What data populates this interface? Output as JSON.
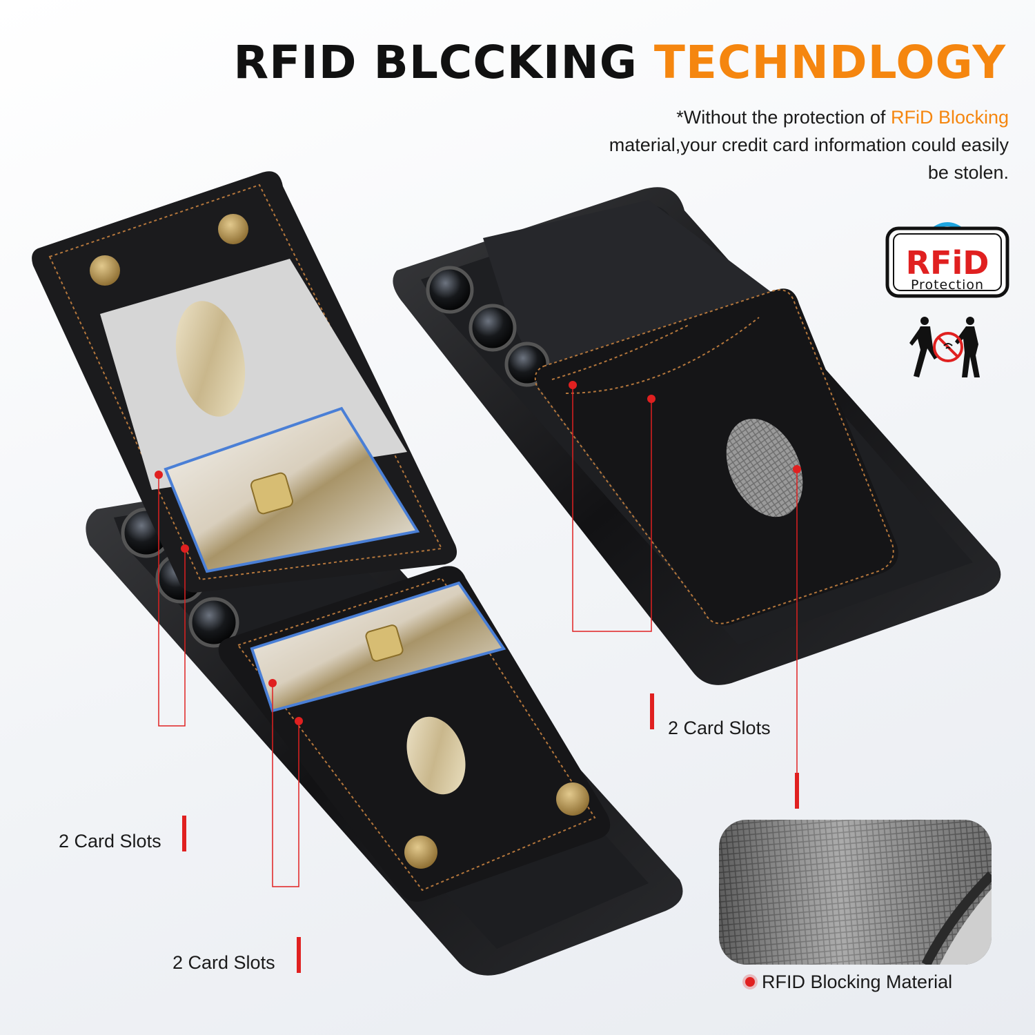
{
  "headline": {
    "part1": "RFID BLCCKING",
    "part2": "TECHNDLOGY"
  },
  "subtext": {
    "before": "*Without the protection of",
    "highlight": "RFiD Blocking",
    "after": "material,your credit card information could easily be stolen."
  },
  "badge": {
    "title": "RFiD",
    "subtitle": "Protection"
  },
  "callouts": {
    "left": "2 Card Slots",
    "bottom": "2 Card Slots",
    "right": "2 Card Slots"
  },
  "material": {
    "caption": "RFID Blocking Material"
  },
  "colors": {
    "accent": "#f5860f",
    "marker": "#e02020",
    "leather": "#1c1c1e",
    "stitch": "#b5773c"
  },
  "icons": [
    "wifi-signal-icon",
    "no-scan-thief-icon",
    "snap-button-icon",
    "sim-chip-icon"
  ]
}
